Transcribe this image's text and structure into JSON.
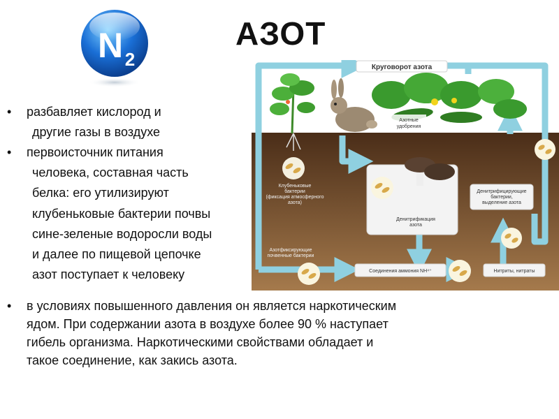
{
  "badge": {
    "text": "N",
    "subscript": "2",
    "icon": "n2-sphere-icon"
  },
  "title": "АЗОТ",
  "bullets": [
    {
      "lines": [
        "разбавляет кислород и",
        "другие газы в воздухе"
      ]
    },
    {
      "lines": [
        "первоисточник питания",
        "человека, составная часть",
        "белка: его утилизируют",
        "клубеньковые бактерии почвы",
        "сине-зеленые водоросли воды",
        "и далее по пищевой цепочке",
        "азот поступает к человеку"
      ]
    },
    {
      "lines": [
        "в условиях повышенного давления он является наркотическим",
        "ядом. При содержании азота в воздухе более 90 % наступает",
        "гибель организма. Наркотическими свойствами обладает и",
        "такое соединение, как закись азота."
      ]
    }
  ],
  "diagram": {
    "title": "Круговорот азота",
    "labels": {
      "fertilizers": [
        "Азотные",
        "удобрения"
      ],
      "nodule_bacteria": [
        "Клубеньковые",
        "бактерии",
        "(фиксация атмосферного",
        "азота)"
      ],
      "denitrification": [
        "Денитрификация",
        "азота"
      ],
      "denitrifying": [
        "Денитрифицирующие",
        "бактерии,",
        "выделение азота"
      ],
      "fixing_soil": [
        "Азотфиксирующие",
        "почвенные бактерии"
      ],
      "ammonium": "Соединения аммония NH⁴⁺",
      "nitrites": "Нитриты, нитраты"
    },
    "colors": {
      "sky": "#ffffff",
      "soil_top": "#5a3a22",
      "soil_bottom": "#a77a4a",
      "arrow": "#8fd0e0",
      "box": "#f3f3f3"
    },
    "icons": [
      "plant-icon",
      "rabbit-icon",
      "cucumber-plant-icon",
      "mushroom-icon",
      "bacteria-icon"
    ]
  }
}
